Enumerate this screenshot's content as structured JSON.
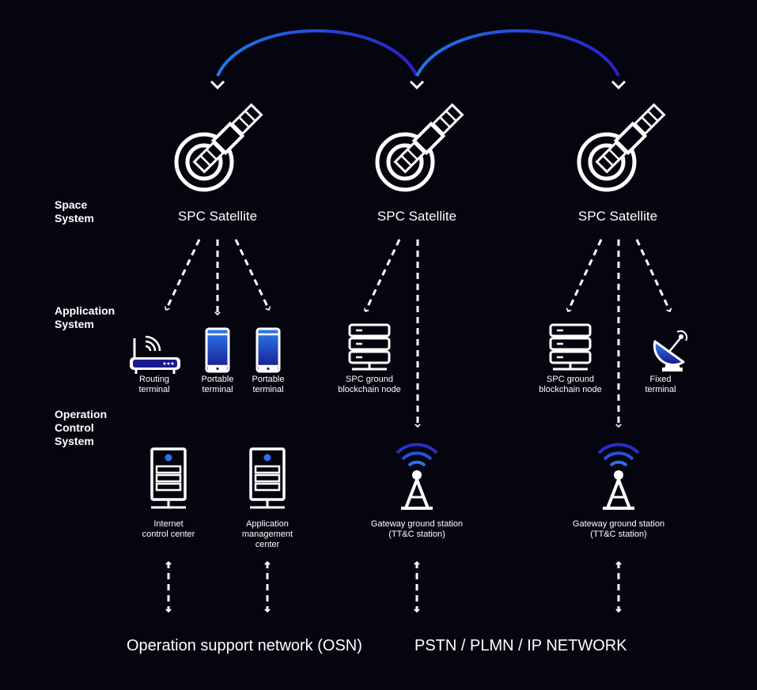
{
  "colors": {
    "background": "#05050f",
    "foreground": "#ffffff",
    "accent_blue": "#1e6ae0",
    "accent_purple": "#3a2bd6",
    "dark_blue": "#10105a"
  },
  "systems": {
    "space": [
      "Space",
      "System"
    ],
    "application": [
      "Application",
      "System"
    ],
    "operation": [
      "Operation",
      "Control",
      "System"
    ]
  },
  "satellites": [
    {
      "label": "SPC Satellite",
      "icon": "satellite-icon"
    },
    {
      "label": "SPC Satellite",
      "icon": "satellite-icon"
    },
    {
      "label": "SPC Satellite",
      "icon": "satellite-icon"
    }
  ],
  "application_nodes": [
    {
      "lines": [
        "Routing",
        "terminal"
      ],
      "icon": "router-icon"
    },
    {
      "lines": [
        "Portable",
        "terminal"
      ],
      "icon": "phone-icon"
    },
    {
      "lines": [
        "Portable",
        "terminal"
      ],
      "icon": "phone-icon"
    },
    {
      "lines": [
        "SPC ground",
        "blockchain node"
      ],
      "icon": "server-stack-icon"
    },
    {
      "lines": [
        "SPC ground",
        "blockchain node"
      ],
      "icon": "server-stack-icon"
    },
    {
      "lines": [
        "Fixed",
        "terminal"
      ],
      "icon": "satellite-dish-icon"
    }
  ],
  "operation_nodes": [
    {
      "lines": [
        "Internet",
        "control center"
      ],
      "icon": "server-tower-icon"
    },
    {
      "lines": [
        "Application",
        "management",
        "center"
      ],
      "icon": "server-tower-icon"
    },
    {
      "lines": [
        "Gateway ground station",
        "(TT&C station)"
      ],
      "icon": "antenna-tower-icon"
    },
    {
      "lines": [
        "Gateway ground station",
        "(TT&C station)"
      ],
      "icon": "antenna-tower-icon"
    }
  ],
  "networks": {
    "osn": "Operation support network (OSN)",
    "pstn": "PSTN / PLMN / IP NETWORK"
  }
}
